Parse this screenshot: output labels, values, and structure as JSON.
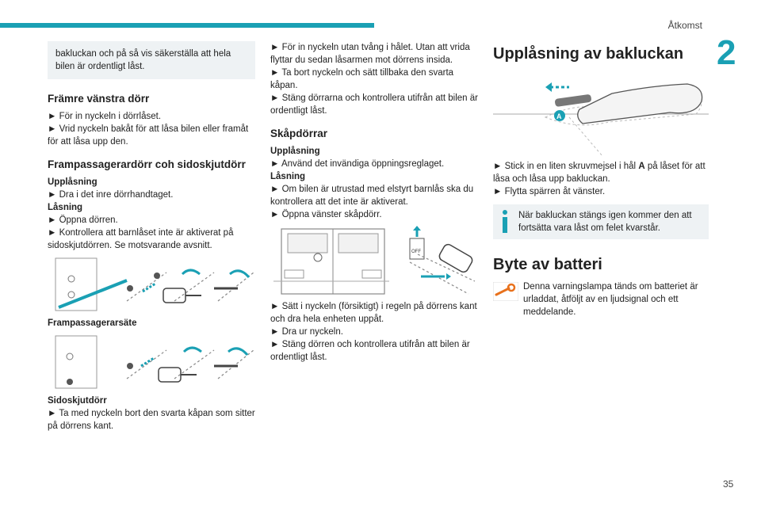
{
  "header": {
    "section_title": "Åtkomst",
    "chapter_number": "2",
    "page_number": "35"
  },
  "col1": {
    "note": "bakluckan och på så vis säkerställa att hela bilen är ordentligt låst.",
    "front_left_heading": "Främre vänstra dörr",
    "front_left_lines": [
      "► För in nyckeln i dörrlåset.",
      "► Vrid nyckeln bakåt för att låsa bilen eller framåt för att låsa upp den."
    ],
    "passenger_heading": "Frampassagerardörr coh sidoskjutdörr",
    "unlock_label": "Upplåsning",
    "unlock_line": "► Dra i det inre dörrhandtaget.",
    "lock_label": "Låsning",
    "lock_lines": [
      "► Öppna dörren.",
      "► Kontrollera att barnlåset inte är aktiverat på sidoskjutdörren. Se motsvarande avsnitt."
    ],
    "fig1_caption": "Frampassagerarsäte",
    "sliding_label": "Sidoskjutdörr",
    "sliding_line": "► Ta med nyckeln bort den svarta kåpan som sitter på dörrens kant."
  },
  "col2": {
    "intro_lines": [
      "► För in nyckeln utan tvång i hålet. Utan att vrida flyttar du sedan låsarmen mot dörrens insida.",
      "► Ta bort nyckeln och sätt tillbaka den svarta kåpan.",
      "► Stäng dörrarna och kontrollera utifrån att bilen är ordentligt låst."
    ],
    "cabinet_heading": "Skåpdörrar",
    "unlock_label": "Upplåsning",
    "unlock_line": "► Använd det invändiga öppningsreglaget.",
    "lock_label": "Låsning",
    "lock_lines": [
      "► Om bilen är utrustad med elstyrt barnlås ska du kontrollera att det inte är aktiverat.",
      "► Öppna vänster skåpdörr."
    ],
    "off_label": "OFF",
    "after_lines": [
      "► Sätt i nyckeln (försiktigt) i regeln på dörrens kant och dra hela enheten uppåt.",
      "► Dra ur nyckeln.",
      "► Stäng dörren och kontrollera utifrån att bilen är ordentligt låst."
    ]
  },
  "col3": {
    "tailgate_heading": "Upplåsning av bakluckan",
    "marker_a": "A",
    "tailgate_line1_pre": "► Stick in en liten skruvmejsel i hål ",
    "tailgate_line1_bold": "A",
    "tailgate_line1_post": " på låset för att låsa och låsa upp bakluckan.",
    "tailgate_line2": "► Flytta spärren åt vänster.",
    "info_text": "När bakluckan stängs igen kommer den att fortsätta vara låst om felet kvarstår.",
    "battery_heading": "Byte av batteri",
    "battery_text": "Denna varningslampa tänds om batteriet är urladdat, åtföljt av en ljudsignal och ett meddelande."
  },
  "colors": {
    "accent": "#1aa0b4",
    "note_bg": "#eef2f4",
    "warning": "#e8711c"
  }
}
